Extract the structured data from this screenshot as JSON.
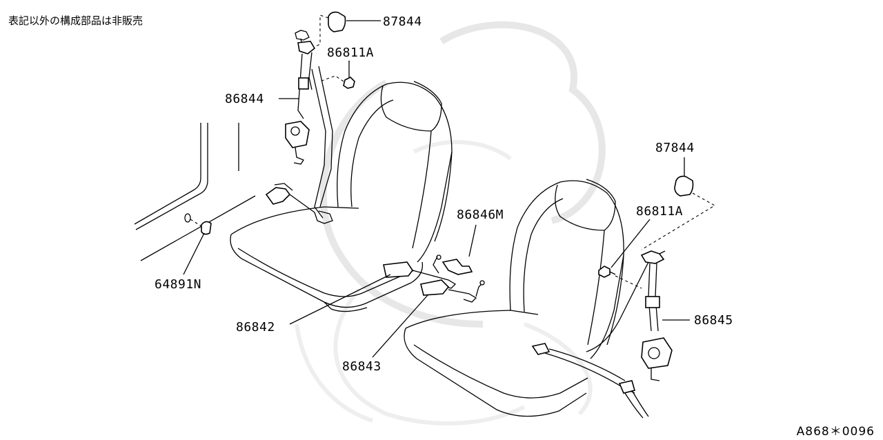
{
  "note": "表記以外の構成部品は非販売",
  "diagram_code": "A868＊0096",
  "labels": {
    "p87844_top": "87844",
    "p86811A_top": "86811A",
    "p86844": "86844",
    "p87844_right": "87844",
    "p86811A_right": "86811A",
    "p86846M": "86846M",
    "p64891N": "64891N",
    "p86845": "86845",
    "p86842": "86842",
    "p86843": "86843"
  }
}
